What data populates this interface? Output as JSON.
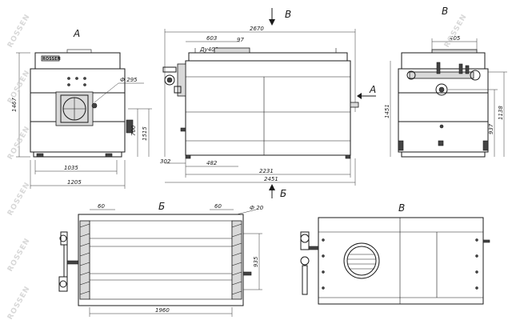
{
  "views": {
    "front_label": "А",
    "side_label": "В",
    "side_view_arrow": "А",
    "top_section": "Б",
    "bottom_section": "Б",
    "plan_label": "Б",
    "rear_label": "В"
  },
  "brand": {
    "plate": "ROSSEN",
    "watermark": "ROSSEN"
  },
  "dimensions": {
    "front": {
      "height_total": "1467",
      "dia_flue": "Ф 295",
      "flue_height": "1515",
      "flange_height": "700",
      "width_inner": "1035",
      "width_total": "1205"
    },
    "side": {
      "length_total": "2670",
      "flue_offset": "603",
      "flue_du": "Ду400",
      "flue_width": "97",
      "front_offset": "302",
      "foot_offset": "482",
      "body_length": "2231",
      "length_overall": "2451"
    },
    "rear": {
      "top_width": "405",
      "height": "1451",
      "height_right": "1138",
      "height_mid": "937"
    },
    "plan": {
      "left_gap": "60",
      "right_gap": "60",
      "pin_dia": "Ф 20",
      "depth": "935",
      "length": "1960"
    }
  }
}
